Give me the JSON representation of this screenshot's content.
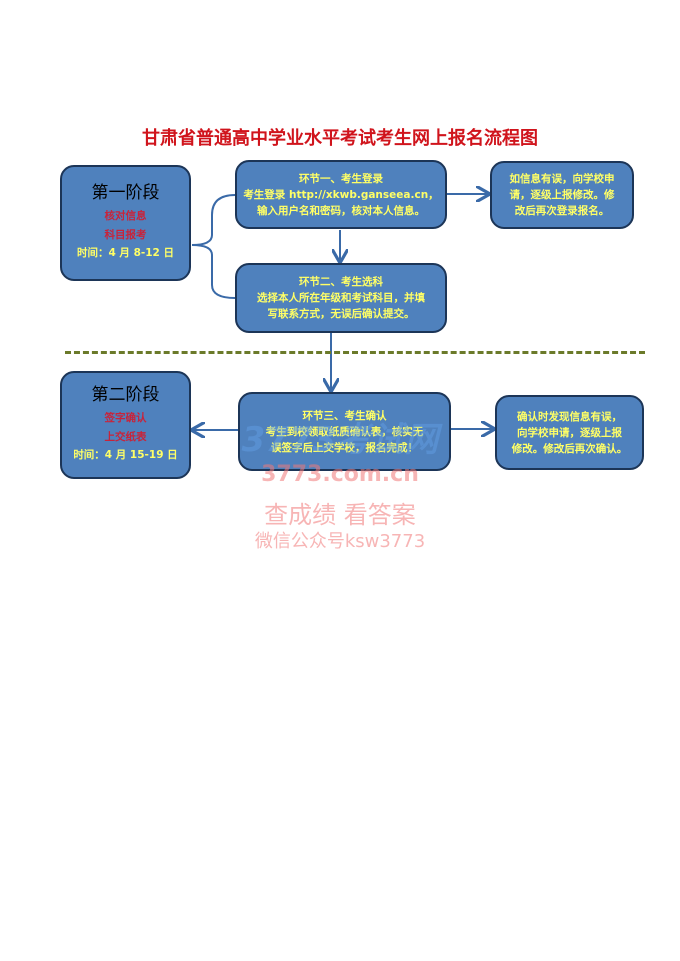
{
  "title": "甘肃省普通高中学业水平考试考生网上报名流程图",
  "stage1": {
    "title": "第一阶段",
    "items": [
      "核对信息",
      "科目报考"
    ],
    "time": "时间：4 月 8-12 日"
  },
  "step1": {
    "title": "环节一、考生登录",
    "lines": [
      "考生登录  http://xkwb.ganseea.cn，",
      "输入用户名和密码，核对本人信息。"
    ]
  },
  "note1": {
    "lines": [
      "如信息有误，向学校申",
      "请，逐级上报修改。修",
      "改后再次登录报名。"
    ]
  },
  "step2": {
    "title": "环节二、考生选科",
    "lines": [
      "选择本人所在年级和考试科目，并填",
      "写联系方式，无误后确认提交。"
    ]
  },
  "stage2": {
    "title": "第二阶段",
    "items": [
      "签字确认",
      "上交纸表"
    ],
    "time": "时间：4 月 15-19 日"
  },
  "step3": {
    "title": "环节三、考生确认",
    "lines": [
      "考生到校领取纸质确认表，核实无",
      "误签字后上交学校，报名完成！"
    ]
  },
  "note3": {
    "lines": [
      "确认时发现信息有误，",
      "向学校申请，逐级上报",
      "修改。修改后再次确认。"
    ]
  },
  "watermark": {
    "logo": "3773考试网",
    "url": "3773.com.cn",
    "slogan": "查成绩 看答案",
    "wechat": "微信公众号ksw3773"
  }
}
